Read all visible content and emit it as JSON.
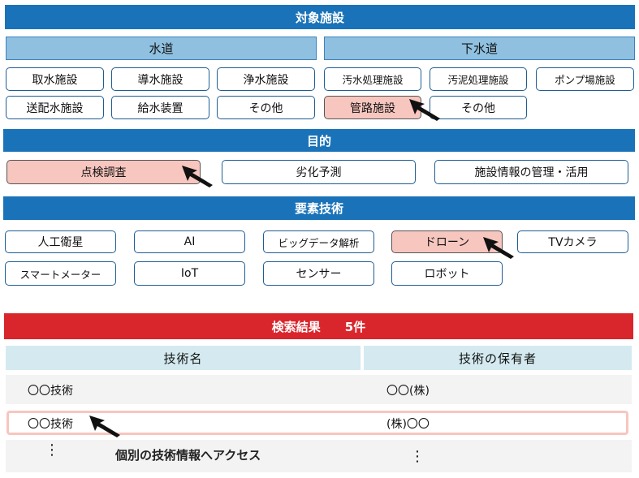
{
  "facility": {
    "header": "対象施設",
    "water": {
      "title": "水道",
      "items": [
        "取水施設",
        "導水施設",
        "浄水施設",
        "送配水施設",
        "給水装置",
        "その他"
      ]
    },
    "sewer": {
      "title": "下水道",
      "items": [
        "汚水処理施設",
        "汚泥処理施設",
        "ポンプ場施設",
        "管路施設",
        "その他"
      ],
      "selected": "管路施設"
    }
  },
  "purpose": {
    "header": "目的",
    "items": [
      "点検調査",
      "劣化予測",
      "施設情報の管理・活用"
    ],
    "selected": "点検調査"
  },
  "tech": {
    "header": "要素技術",
    "items": [
      "人工衛星",
      "AI",
      "ビッグデータ解析",
      "ドローン",
      "TVカメラ",
      "スマートメーター",
      "IoT",
      "センサー",
      "ロボット"
    ],
    "selected": "ドローン"
  },
  "results": {
    "header": "検索結果　　5件",
    "columns": [
      "技術名",
      "技術の保有者"
    ],
    "rows": [
      {
        "name": "〇〇技術",
        "owner": "〇〇(株)"
      },
      {
        "name": "〇〇技術",
        "owner": "(株)〇〇"
      }
    ],
    "more_dots": "⋮",
    "note": "個別の技術情報へアクセス"
  },
  "colors": {
    "header_blue": "#1a73b8",
    "sub_blue": "#8fc0e0",
    "selected_pink": "#f7c6bf",
    "result_red": "#d9262c",
    "table_header": "#d4eaf0"
  },
  "icons": {
    "pointer": "cursor-arrow-icon"
  }
}
